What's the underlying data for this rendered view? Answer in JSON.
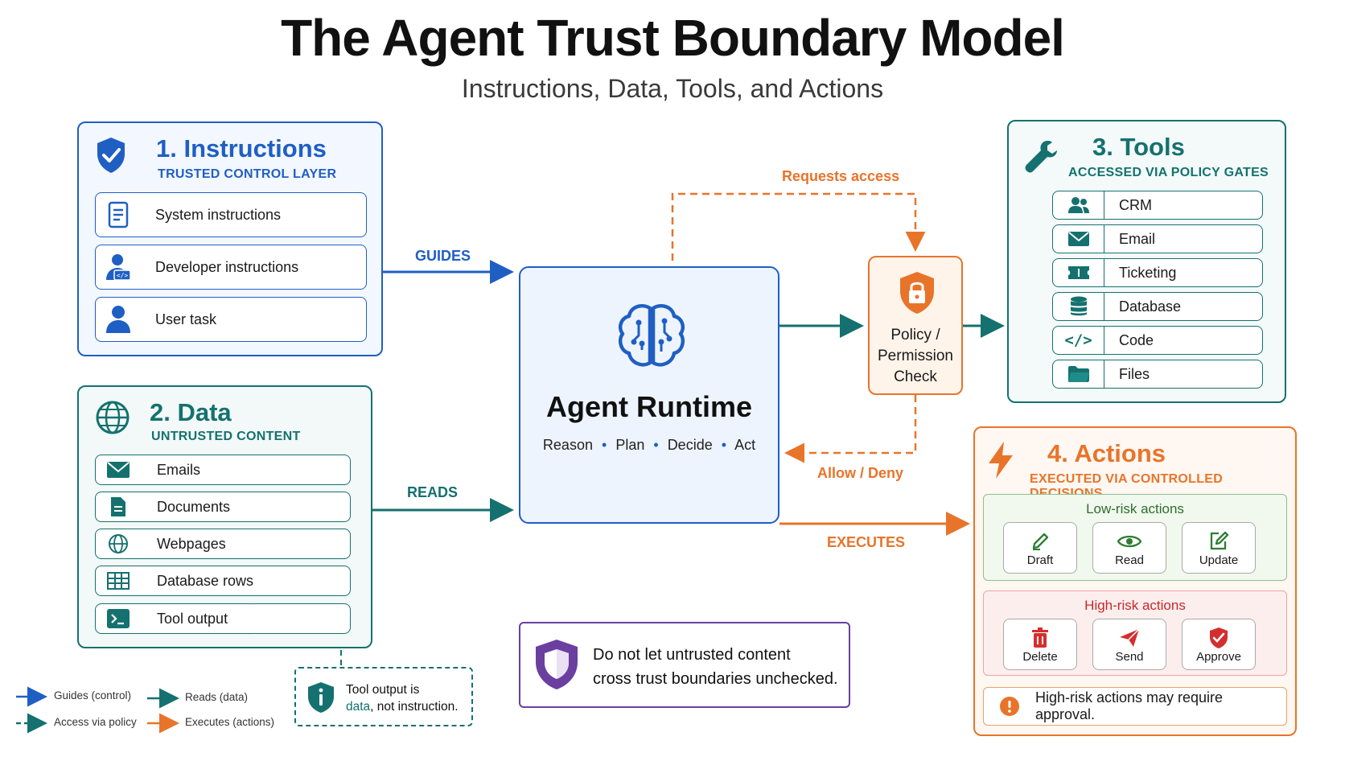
{
  "header": {
    "title": "The Agent Trust Boundary Model",
    "subtitle": "Instructions, Data, Tools, and Actions"
  },
  "instructions": {
    "title": "1. Instructions",
    "subtitle": "TRUSTED CONTROL LAYER",
    "items": [
      "System instructions",
      "Developer instructions",
      "User task"
    ]
  },
  "data": {
    "title": "2. Data",
    "subtitle": "UNTRUSTED CONTENT",
    "items": [
      "Emails",
      "Documents",
      "Webpages",
      "Database rows",
      "Tool output"
    ]
  },
  "tools": {
    "title": "3. Tools",
    "subtitle": "ACCESSED VIA POLICY GATES",
    "items": [
      "CRM",
      "Email",
      "Ticketing",
      "Database",
      "Code",
      "Files"
    ]
  },
  "actions": {
    "title": "4. Actions",
    "subtitle": "EXECUTED VIA CONTROLLED DECISIONS",
    "low_title": "Low-risk actions",
    "low_items": [
      "Draft",
      "Read",
      "Update"
    ],
    "high_title": "High-risk actions",
    "high_items": [
      "Delete",
      "Send",
      "Approve"
    ],
    "warning": "High-risk actions may require approval."
  },
  "runtime": {
    "title": "Agent Runtime",
    "steps": [
      "Reason",
      "Plan",
      "Decide",
      "Act"
    ]
  },
  "policy": {
    "line1": "Policy /",
    "line2": "Permission",
    "line3": "Check"
  },
  "flows": {
    "guides": "GUIDES",
    "reads": "READS",
    "executes": "EXECUTES",
    "requests": "Requests access",
    "allow": "Allow / Deny"
  },
  "callout": {
    "line1": "Do not let untrusted content",
    "line2": "cross trust boundaries unchecked."
  },
  "note": {
    "line1": "Tool output is",
    "em": "data",
    "rest": ", not instruction."
  },
  "legend": {
    "guides": "Guides (control)",
    "reads": "Reads (data)",
    "policy": "Access via policy",
    "executes": "Executes (actions)"
  },
  "colors": {
    "control": "#1f5fc4",
    "data": "#14716f",
    "action": "#e8742a",
    "danger": "#d32f2f",
    "callout": "#6a3fa0"
  }
}
